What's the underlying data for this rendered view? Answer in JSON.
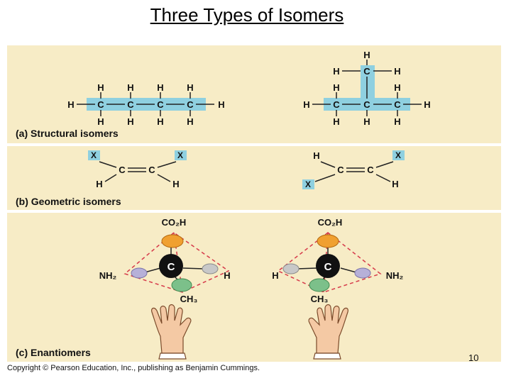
{
  "title": "Three Types of Isomers",
  "structural": {
    "caption": "(a) Structural isomers",
    "carbon": "C",
    "hydrogen": "H"
  },
  "geometric": {
    "caption": "(b) Geometric isomers",
    "carbon": "C",
    "hydrogen": "H",
    "substituent": "X"
  },
  "enantiomers": {
    "caption": "(c) Enantiomers",
    "top_group": "CO₂H",
    "amino": "NH₂",
    "methyl": "CH₃",
    "hydrogen": "H",
    "carbon": "C"
  },
  "colors": {
    "carbon_atom": "#111111",
    "carboxyl_atom": "#f0a030",
    "methyl_atom": "#7cc08a",
    "amino_atom": "#b6b0d8",
    "hydrogen_atom": "#c8c8c8",
    "highlight": "#8fd0e0",
    "panel": "#f7ecc6"
  },
  "page_number": "10",
  "copyright": "Copyright © Pearson Education, Inc., publishing as Benjamin Cummings."
}
